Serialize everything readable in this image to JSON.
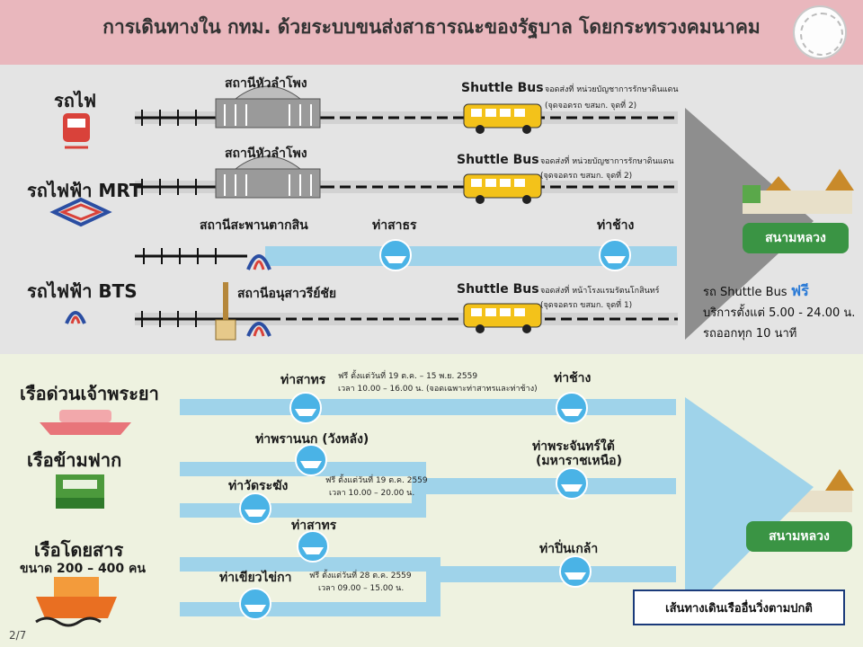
{
  "header": {
    "title": "การเดินทางใน กทม. ด้วยระบบขนส่งสาธารณะของรัฐบาล โดยกระทรวงคมนาคม"
  },
  "land": {
    "train": {
      "label": "รถไฟ",
      "station": "สถานีหัวลำโพง"
    },
    "mrt": {
      "label": "รถไฟฟ้า MRT",
      "station": "สถานีหัวลำโพง"
    },
    "bts": {
      "label": "รถไฟฟ้า BTS",
      "station1": "สถานีสะพานตากสิน",
      "pier1": "ท่าสาธร",
      "pier2": "ท่าช้าง",
      "station2": "สถานีอนุสาวรีย์ชัย"
    },
    "shuttle1": {
      "name": "Shuttle Bus",
      "stop": "จอดส่งที่ หน่วยบัญชาการรักษาดินแดน",
      "pickup": "(จุดจอดรถ ขสมก. จุดที่ 2)"
    },
    "shuttle2": {
      "name": "Shuttle Bus",
      "stop": "จอดส่งที่ หน่วยบัญชาการรักษาดินแดน",
      "pickup": "(จุดจอดรถ ขสมก. จุดที่ 2)"
    },
    "shuttle3": {
      "name": "Shuttle Bus",
      "stop": "จอดส่งที่ หน้าโรงแรมรัตนโกสินทร์",
      "pickup": "(จุดจอดรถ ขสมก. จุดที่ 1)"
    },
    "destination": "สนามหลวง",
    "info": {
      "bus_prefix": "รถ Shuttle Bus",
      "free": "ฟรี",
      "hours": "บริการตั้งแต่ 5.00 - 24.00 น.",
      "frequency": "รถออกทุก 10 นาที"
    },
    "icons": {
      "train": "train-icon",
      "mrt": "mrt-logo-icon",
      "bts": "bts-logo-icon",
      "bus": "shuttle-bus-icon",
      "boat": "boat-icon",
      "palace": "grand-palace-icon"
    }
  },
  "water": {
    "express": {
      "label": "เรือด่วนเจ้าพระยา",
      "pier_from": "ท่าสาทร",
      "note1": "ฟรี ตั้งแต่วันที่ 19 ต.ค. – 15 พ.ย. 2559",
      "note2": "เวลา 10.00 – 16.00 น. (จอดเฉพาะท่าสาทรและท่าช้าง)",
      "pier_to": "ท่าช้าง"
    },
    "ferry": {
      "label": "เรือข้ามฟาก",
      "pier_a": "ท่าพรานนก (วังหลัง)",
      "pier_b": "ท่าวัดระฆัง",
      "note1": "ฟรี ตั้งแต่วันที่ 19 ต.ค. 2559",
      "note2": "เวลา 10.00 – 20.00 น.",
      "pier_to1": "ท่าพระจันทร์ใต้",
      "pier_to2": "(มหาราชเหนือ)"
    },
    "bus_boat": {
      "label": "เรือโดยสาร",
      "capacity": "ขนาด 200 – 400 คน",
      "pier_a": "ท่าสาทร",
      "pier_b": "ท่าเขียวไข่กา",
      "note1": "ฟรี ตั้งแต่วันที่ 28 ต.ค. 2559",
      "note2": "เวลา 09.00 – 15.00 น.",
      "pier_to": "ท่าปิ่นเกล้า"
    },
    "destination": "สนามหลวง",
    "legend": "เส้นทางเดินเรืออื่นวิ่งตามปกติ"
  },
  "colors": {
    "header_bg": "#e9b7bd",
    "land_bg": "#e4e4e4",
    "water_bg": "#eef2e0",
    "river": "#9fd3ea",
    "badge": "#3a9444",
    "bus": "#f3c21a",
    "free": "#2a7ad6",
    "train": "#d9423a"
  },
  "page": "2/7"
}
